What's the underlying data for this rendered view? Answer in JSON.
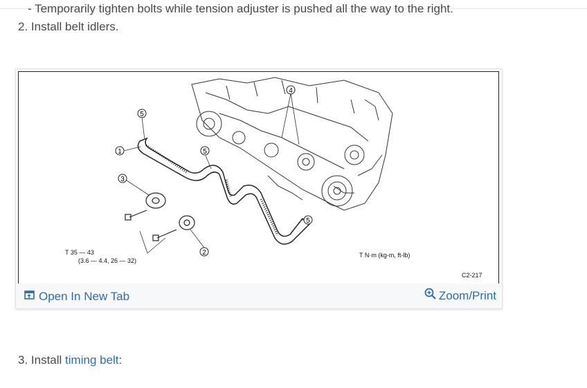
{
  "content": {
    "substep_text": "Temporarily tighten bolts while tension adjuster is pushed all the way to the right.",
    "step2": "2. Install belt idlers.",
    "step3_prefix": "3. Install ",
    "step3_link": "timing belt",
    "step3_suffix": ":"
  },
  "figure": {
    "callouts": [
      "1",
      "2",
      "3",
      "4",
      "5",
      "5",
      "5"
    ],
    "torque_line1": "T  35 — 43",
    "torque_line2": "(3.6 — 4.4, 26 — 32)",
    "legend": "T  N·m (kg-m, ft-lb)",
    "figure_code": "C2-217"
  },
  "actions": {
    "open_new_tab": "Open In New Tab",
    "open_icon": "external-window-icon",
    "zoom_print": "Zoom/Print",
    "zoom_icon": "magnifier-plus-icon"
  },
  "colors": {
    "link": "#2a6db5",
    "text": "#4a4a4a"
  }
}
